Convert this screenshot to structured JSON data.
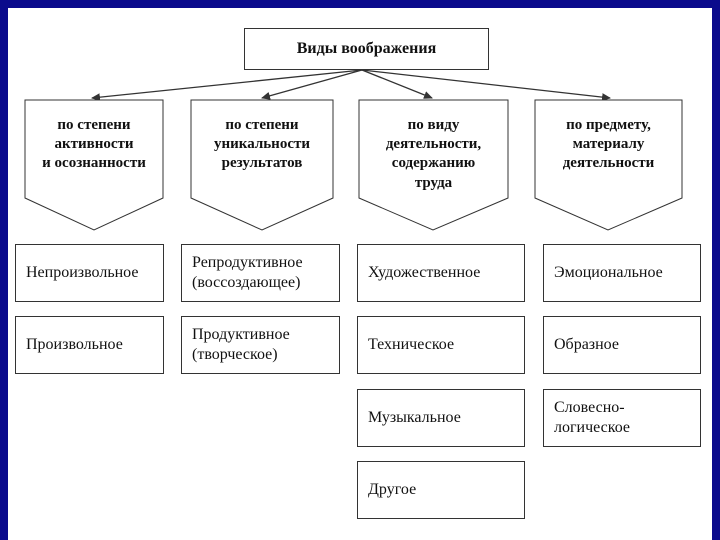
{
  "title": "Виды воображения",
  "categories": [
    {
      "label": "по степени\nактивности\nи осознанности",
      "items": [
        "Непроизвольное",
        "Произвольное"
      ]
    },
    {
      "label": "по степени\nуникальности\nрезультатов",
      "items": [
        "Репродуктивное\n(воссоздающее)",
        "Продуктивное\n(творческое)"
      ]
    },
    {
      "label": "по виду\nдеятельности,\nсодержанию\nтруда",
      "items": [
        "Художественное",
        "Техническое",
        "Музыкальное",
        "Другое"
      ]
    },
    {
      "label": "по предмету,\nматериалу\nдеятельности",
      "items": [
        "Эмоциональное",
        "Образное",
        "Словесно-\nлогическое"
      ]
    }
  ]
}
